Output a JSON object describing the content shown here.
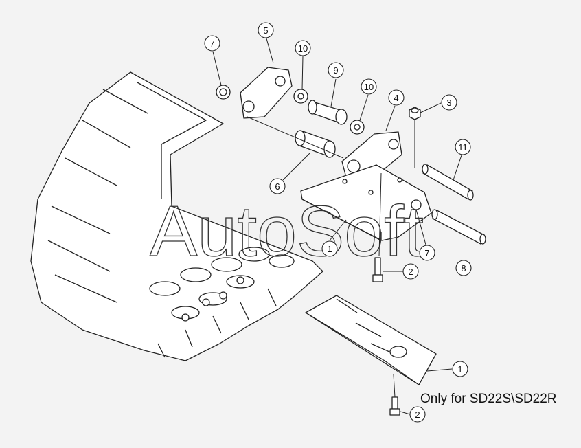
{
  "watermark": "AutoSoft",
  "note": "Only for SD22S\\SD22R",
  "callouts": [
    {
      "id": "c5",
      "label": "5"
    },
    {
      "id": "c7a",
      "label": "7"
    },
    {
      "id": "c10a",
      "label": "10"
    },
    {
      "id": "c9",
      "label": "9"
    },
    {
      "id": "c10b",
      "label": "10"
    },
    {
      "id": "c4",
      "label": "4"
    },
    {
      "id": "c3",
      "label": "3"
    },
    {
      "id": "c11",
      "label": "11"
    },
    {
      "id": "c6",
      "label": "6"
    },
    {
      "id": "c1a",
      "label": "1"
    },
    {
      "id": "c7b",
      "label": "7"
    },
    {
      "id": "c8",
      "label": "8"
    },
    {
      "id": "c2a",
      "label": "2"
    },
    {
      "id": "c1b",
      "label": "1"
    },
    {
      "id": "c2b",
      "label": "2"
    }
  ]
}
